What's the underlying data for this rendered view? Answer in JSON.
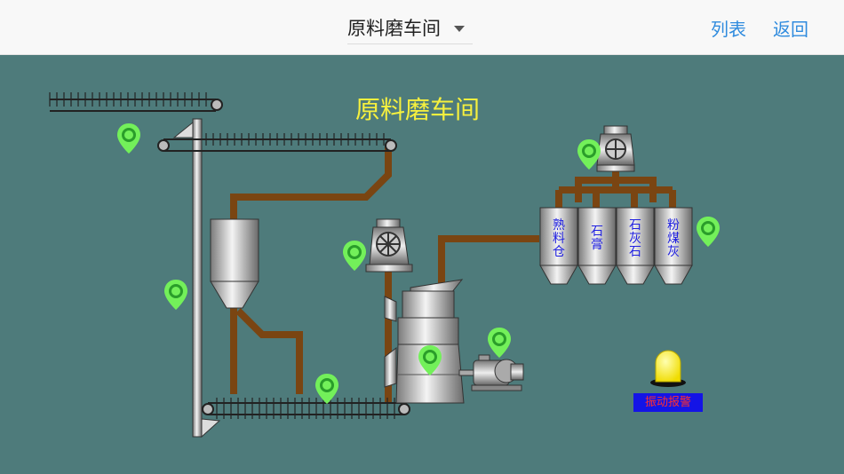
{
  "header": {
    "title": "原料磨车间",
    "dropdown_icon": "caret-down-icon",
    "list_link": "列表",
    "back_link": "返回"
  },
  "scene": {
    "title": "原料磨车间",
    "silos": [
      {
        "label": "熟料仓"
      },
      {
        "label": "石膏"
      },
      {
        "label": "石灰石"
      },
      {
        "label": "粉煤灰"
      }
    ],
    "alarm_label": "振动报警",
    "location_pin_icon": "location-pin-icon",
    "colors": {
      "background": "#4e7b7b",
      "pipe": "#7a4512",
      "title": "#f6f03e",
      "pin": "#73f05a",
      "alarm_light": "#ffef00",
      "alarm_label_bg": "#1414e6",
      "alarm_label_text": "#ff3030",
      "link": "#2f8bde"
    }
  }
}
